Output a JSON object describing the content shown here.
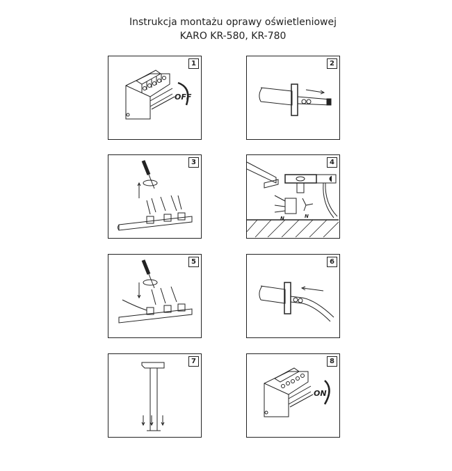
{
  "title": {
    "line1": "Instrukcja montażu oprawy oświetleniowej",
    "line2": "KARO KR-580, KR-780"
  },
  "panels": [
    {
      "number": "1",
      "label": "OFF"
    },
    {
      "number": "2"
    },
    {
      "number": "3"
    },
    {
      "number": "4",
      "label_left": "N",
      "label_right": "N"
    },
    {
      "number": "5"
    },
    {
      "number": "6"
    },
    {
      "number": "7"
    },
    {
      "number": "8",
      "label": "ON"
    }
  ]
}
